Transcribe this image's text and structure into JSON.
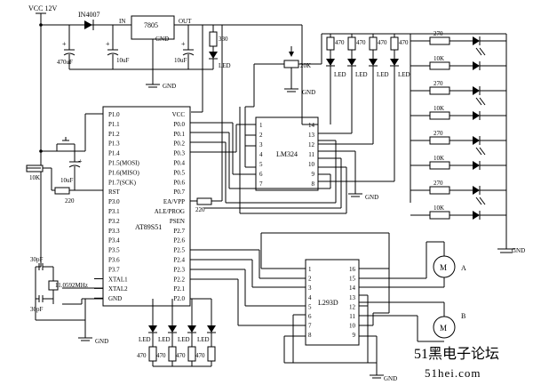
{
  "power": {
    "vcc_label": "VCC 12V",
    "diode": "IN4007",
    "regulator": "7805",
    "reg_in": "IN",
    "reg_out": "OUT",
    "reg_gnd": "GND",
    "cap1": "470uF",
    "cap2": "10uF",
    "cap3": "10uF",
    "res_led": "330",
    "led_label": "LED",
    "gnd": "GND"
  },
  "mcu": {
    "name": "AT89S51",
    "left_pins": [
      "P1.0",
      "P1.1",
      "P1.2",
      "P1.3",
      "P1.4",
      "P1.5(MOSI)",
      "P1.6(MISO)",
      "P1.7(SCK)",
      "RST",
      "P3.0",
      "P3.1",
      "P3.2",
      "P3.3",
      "P3.4",
      "P3.5",
      "P3.6",
      "P3.7",
      "XTAL1",
      "XTAL2",
      "GND"
    ],
    "right_pins": [
      "VCC",
      "P0.0",
      "P0.1",
      "P0.2",
      "P0.3",
      "P0.4",
      "P0.5",
      "P0.6",
      "P0.7",
      "EA/VPP",
      "ALE/PROG",
      "PSEN",
      "P2.7",
      "P2.6",
      "P2.5",
      "P2.4",
      "P2.3",
      "P2.2",
      "P2.1",
      "P2.0"
    ]
  },
  "reset": {
    "res_10k": "10K",
    "res_220": "220",
    "cap_10uf": "10uF",
    "plus": "+"
  },
  "crystal": {
    "cap_a": "30pF",
    "cap_b": "30pF",
    "freq": "11.0592MHz",
    "gnd": "GND"
  },
  "ea_res": "220",
  "lm324": {
    "name": "LM324",
    "left_pins": [
      "1",
      "2",
      "3",
      "4",
      "5",
      "6",
      "7"
    ],
    "right_pins": [
      "14",
      "13",
      "12",
      "11",
      "10",
      "9",
      "8"
    ],
    "gnd": "GND"
  },
  "sensors": {
    "pot": "20K",
    "gnd": "GND",
    "res_top": [
      "470",
      "470",
      "470",
      "470"
    ],
    "led_labels": [
      "LED",
      "LED",
      "LED",
      "LED"
    ]
  },
  "ir_pairs": {
    "res_a": [
      "270",
      "270",
      "270",
      "270"
    ],
    "res_b": [
      "10K",
      "10K",
      "10K",
      "10K"
    ],
    "gnd": "GND"
  },
  "l293": {
    "name": "L293D",
    "left_pins": [
      "1",
      "2",
      "3",
      "4",
      "5",
      "6",
      "7",
      "8"
    ],
    "right_pins": [
      "16",
      "15",
      "14",
      "13",
      "12",
      "11",
      "10",
      "9"
    ],
    "gnd": "GND"
  },
  "motors": [
    {
      "symbol": "M",
      "label": "A"
    },
    {
      "symbol": "M",
      "label": "B"
    }
  ],
  "bottom_leds": {
    "labels": [
      "LED",
      "LED",
      "LED",
      "LED"
    ],
    "resistors": [
      "470",
      "470",
      "470",
      "470"
    ]
  },
  "watermark": {
    "line1": "51黑电子论坛",
    "line2": "51hei.com"
  }
}
